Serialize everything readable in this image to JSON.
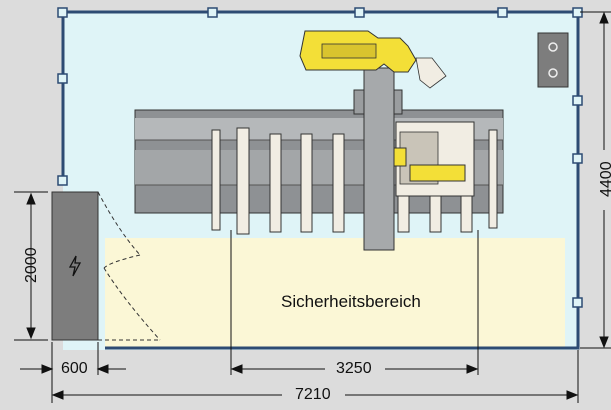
{
  "diagram": {
    "safety_zone_label": "Sicherheitsbereich",
    "dimensions": {
      "door_height": "2000",
      "door_width": "600",
      "track_span": "3250",
      "total_width": "7210",
      "total_height": "4400"
    },
    "colors": {
      "background": "#dcdcdc",
      "enclosure_fill": "#dff4f7",
      "fence": "#2d4b73",
      "safety_zone": "#fbf7d6",
      "machine_bed": "#a3a6a8",
      "robot_yellow": "#f3df37",
      "control_panel": "#7d7d7d"
    },
    "icons": {
      "high_voltage": "lightning-icon"
    }
  }
}
